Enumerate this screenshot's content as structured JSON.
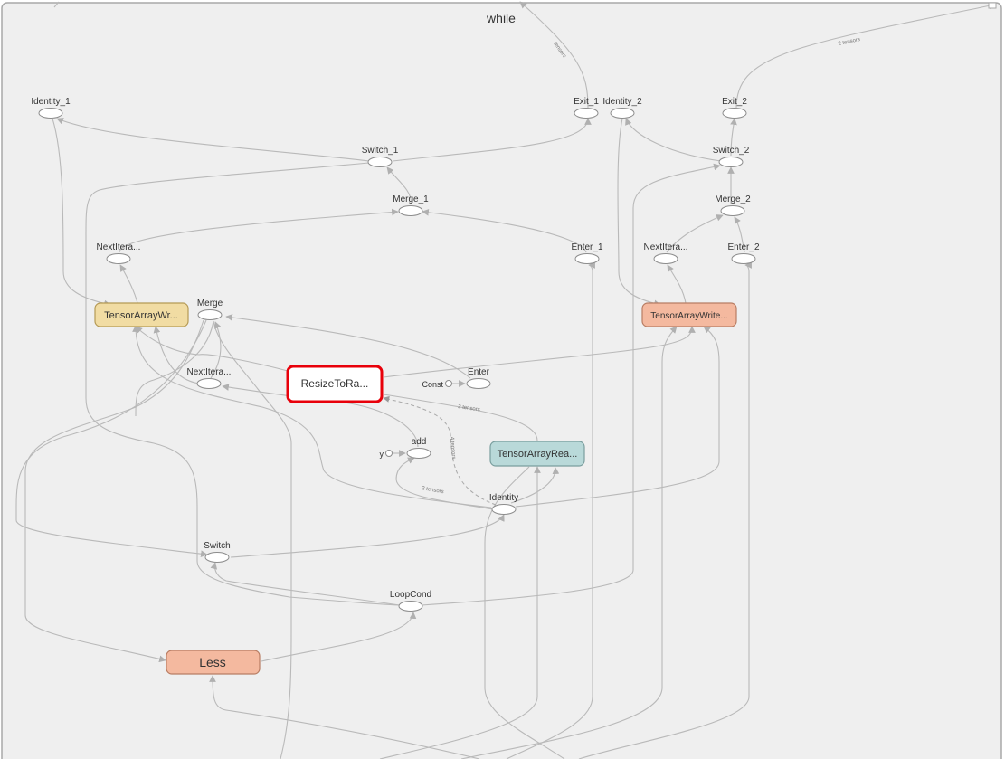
{
  "graph": {
    "title": "while",
    "colors": {
      "background": "#efefef",
      "frame": "#a8a8a8",
      "edge": "#b9b9b9",
      "tensor_array_write_1": "#f1dca3",
      "tensor_array_write_2": "#f4b99f",
      "tensor_array_read": "#b9d9d9",
      "less": "#f4b99f",
      "selected_outline": "#e8000a"
    },
    "nodes": {
      "identity_1": "Identity_1",
      "exit_1": "Exit_1",
      "identity_2": "Identity_2",
      "exit_2": "Exit_2",
      "switch_1": "Switch_1",
      "switch_2": "Switch_2",
      "merge_1": "Merge_1",
      "merge_2": "Merge_2",
      "next_iteration_1": "NextItera...",
      "enter_1": "Enter_1",
      "next_iteration_2": "NextItera...",
      "enter_2": "Enter_2",
      "tensor_array_write_1": "TensorArrayWr...",
      "merge": "Merge",
      "tensor_array_write_2": "TensorArrayWrite...",
      "next_iteration": "NextItera...",
      "resize": "ResizeToRa...",
      "enter": "Enter",
      "const": "Const",
      "add": "add",
      "y": "y",
      "tensor_array_read": "TensorArrayRea...",
      "identity": "Identity",
      "switch": "Switch",
      "loop_cond": "LoopCond",
      "less": "Less"
    },
    "edge_labels": {
      "exit1_out": "tensors",
      "exit2_out": "2 tensors",
      "enter_resize": "2 tensors",
      "resize_ref": "4 tensors",
      "identity_add": "2 tensors"
    }
  }
}
